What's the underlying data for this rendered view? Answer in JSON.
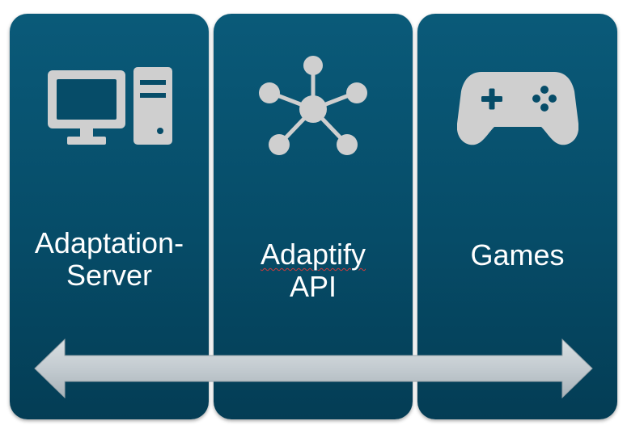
{
  "panels": [
    {
      "id": "server",
      "icon": "desktop-computer-icon",
      "label_lines": [
        "Adaptation-",
        "Server"
      ]
    },
    {
      "id": "api",
      "icon": "network-hub-icon",
      "label_lines": [
        "Adaptify",
        "API"
      ],
      "spellcheck_underline": true
    },
    {
      "id": "games",
      "icon": "gamepad-icon",
      "label_lines": [
        "Games"
      ]
    }
  ],
  "colors": {
    "panel": "#064c68",
    "icon": "#cfcfcf",
    "text": "#ffffff",
    "arrow": "#c3cbd0"
  },
  "arrow": {
    "type": "double-headed-horizontal"
  }
}
